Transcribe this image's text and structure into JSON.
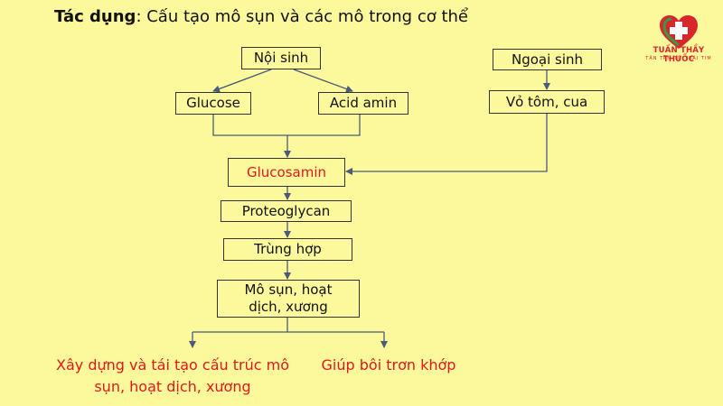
{
  "title": {
    "bold": "Tác dụng",
    "rest": ": Cấu tạo mô sụn và các mô trong cơ thể"
  },
  "logo": {
    "name": "TUẤN THẦY THUỐC",
    "tagline": "TẬN TÂM TỪ TRÁI TIM",
    "icon": "heart-cross-icon",
    "colors": {
      "red": "#d9262a",
      "green": "#2f9e4a"
    }
  },
  "nodes": {
    "noi_sinh": "Nội sinh",
    "glucose": "Glucose",
    "acid_amin": "Acid amin",
    "ngoai_sinh": "Ngoại sinh",
    "vo_tom_cua": "Vỏ tôm, cua",
    "glucosamin": "Glucosamin",
    "proteoglycan": "Proteoglycan",
    "trung_hop": "Trùng hợp",
    "mo_sun": "Mô sụn, hoạt dịch, xương"
  },
  "results": {
    "left": "Xây dựng và tái tạo cấu trúc mô sụn, hoạt dịch, xương",
    "right": "Giúp bôi trơn khớp"
  },
  "colors": {
    "background": "#fcf99c",
    "highlight": "#e0181b",
    "arrow": "#4a5a7a"
  }
}
